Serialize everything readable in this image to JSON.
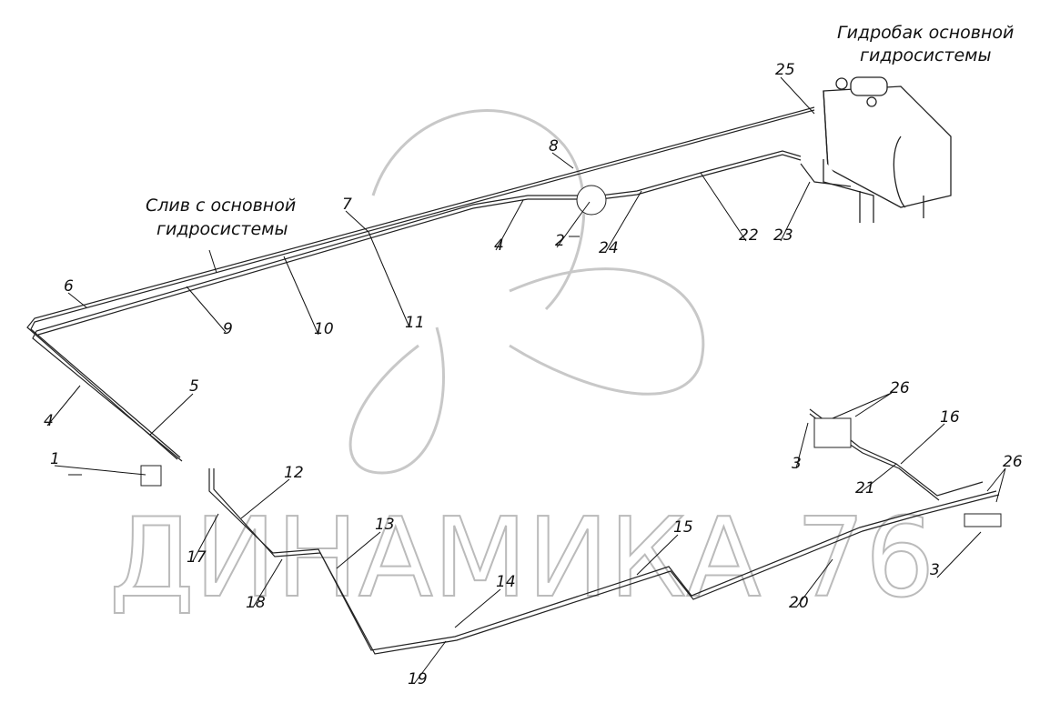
{
  "captions": {
    "tank_line1": "Гидробак основной",
    "tank_line2": "гидросистемы",
    "drain_line1": "Слив с основной",
    "drain_line2": "гидросистемы"
  },
  "watermark": "ДИНАМИКА 76",
  "labels": {
    "l1": "1",
    "l2": "2",
    "l3a": "3",
    "l3b": "3",
    "l4a": "4",
    "l4b": "4",
    "l5": "5",
    "l6": "6",
    "l7": "7",
    "l8": "8",
    "l9": "9",
    "l10": "10",
    "l11": "11",
    "l12": "12",
    "l13": "13",
    "l14": "14",
    "l15": "15",
    "l16": "16",
    "l17": "17",
    "l18": "18",
    "l19": "19",
    "l20": "20",
    "l21": "21",
    "l22": "22",
    "l23": "23",
    "l24": "24",
    "l25": "25",
    "l26a": "26",
    "l26b": "26"
  }
}
